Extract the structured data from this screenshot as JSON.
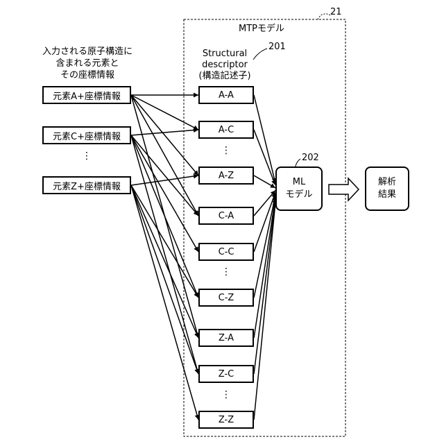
{
  "mtp_model": {
    "title": "MTPモデル",
    "ref": "21"
  },
  "input_caption": [
    "入力される原子構造に",
    "含まれる元素と",
    "その座標情報"
  ],
  "inputs": [
    {
      "label": "元素A+座標情報"
    },
    {
      "label": "元素C+座標情報"
    },
    {
      "label": "元素Z+座標情報"
    }
  ],
  "input_ellipsis": "⋮",
  "descriptor_caption": [
    "Structural",
    "descriptor",
    "(構造記述子)"
  ],
  "descriptor_ref": "201",
  "descriptors": [
    {
      "label": "A-A"
    },
    {
      "label": "A-C"
    },
    {
      "label": "A-Z"
    },
    {
      "label": "C-A"
    },
    {
      "label": "C-C"
    },
    {
      "label": "C-Z"
    },
    {
      "label": "Z-A"
    },
    {
      "label": "Z-C"
    },
    {
      "label": "Z-Z"
    }
  ],
  "descriptor_ellipsis": "⋮",
  "ml_model": {
    "lines": [
      "ML",
      "モデル"
    ],
    "ref": "202"
  },
  "result": {
    "lines": [
      "解析",
      "結果"
    ]
  }
}
